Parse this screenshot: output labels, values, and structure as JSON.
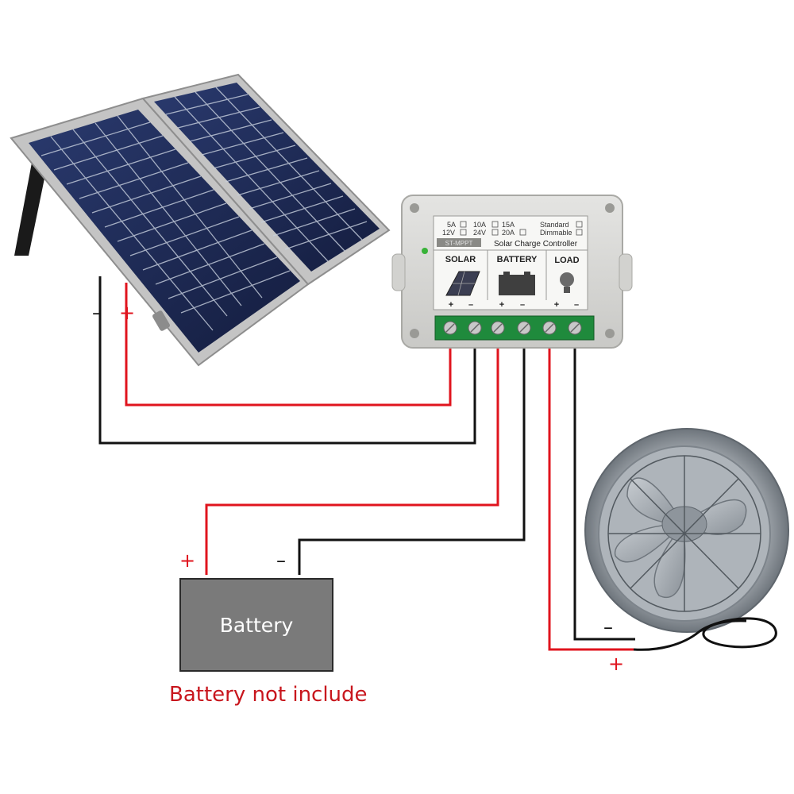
{
  "colors": {
    "wire_positive": "#e0141e",
    "wire_negative": "#111111",
    "battery_fill": "#7a7a7a",
    "note_text": "#c8161d"
  },
  "panel": {
    "negative_sign": "–",
    "positive_sign": "+"
  },
  "controller": {
    "options_row1": [
      "5A",
      "10A",
      "15A"
    ],
    "options_row2": [
      "12V",
      "24V",
      "20A"
    ],
    "mode_options": [
      "Standard",
      "Dimmable"
    ],
    "badge": "ST-MPPT",
    "title": "Solar Charge Controller",
    "sections": [
      "SOLAR",
      "BATTERY",
      "LOAD"
    ],
    "terminal_signs": [
      "+",
      "–",
      "+",
      "–",
      "+",
      "–"
    ]
  },
  "battery": {
    "label": "Battery",
    "positive_sign": "+",
    "negative_sign": "–"
  },
  "note": "Battery not include",
  "fan": {
    "negative_sign": "–",
    "positive_sign": "+"
  }
}
